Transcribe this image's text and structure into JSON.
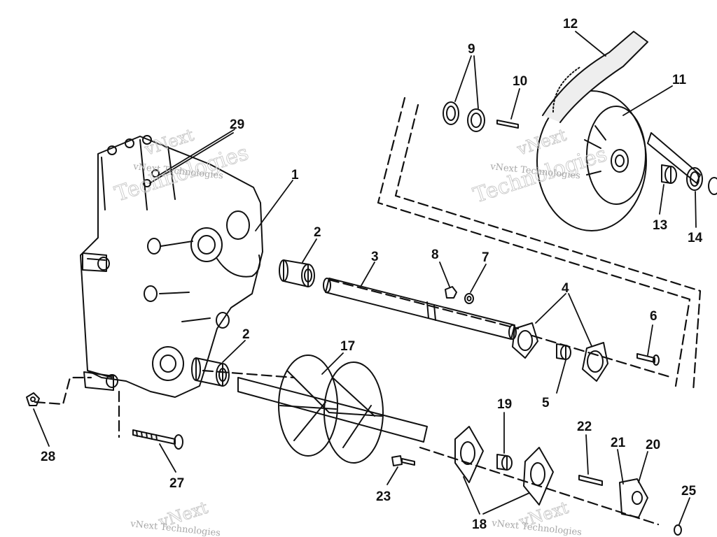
{
  "callouts": {
    "c1": "1",
    "c2a": "2",
    "c2b": "2",
    "c3": "3",
    "c4": "4",
    "c5": "5",
    "c6": "6",
    "c7": "7",
    "c8": "8",
    "c9": "9",
    "c10": "10",
    "c11": "11",
    "c12": "12",
    "c13": "13",
    "c14": "14",
    "c17": "17",
    "c18": "18",
    "c19": "19",
    "c20": "20",
    "c21": "21",
    "c22": "22",
    "c23": "23",
    "c25": "25",
    "c27": "27",
    "c28": "28",
    "c29": "29"
  },
  "watermark": {
    "brand": "vNext",
    "company": "Technologies",
    "full": "vNext Technologies"
  }
}
